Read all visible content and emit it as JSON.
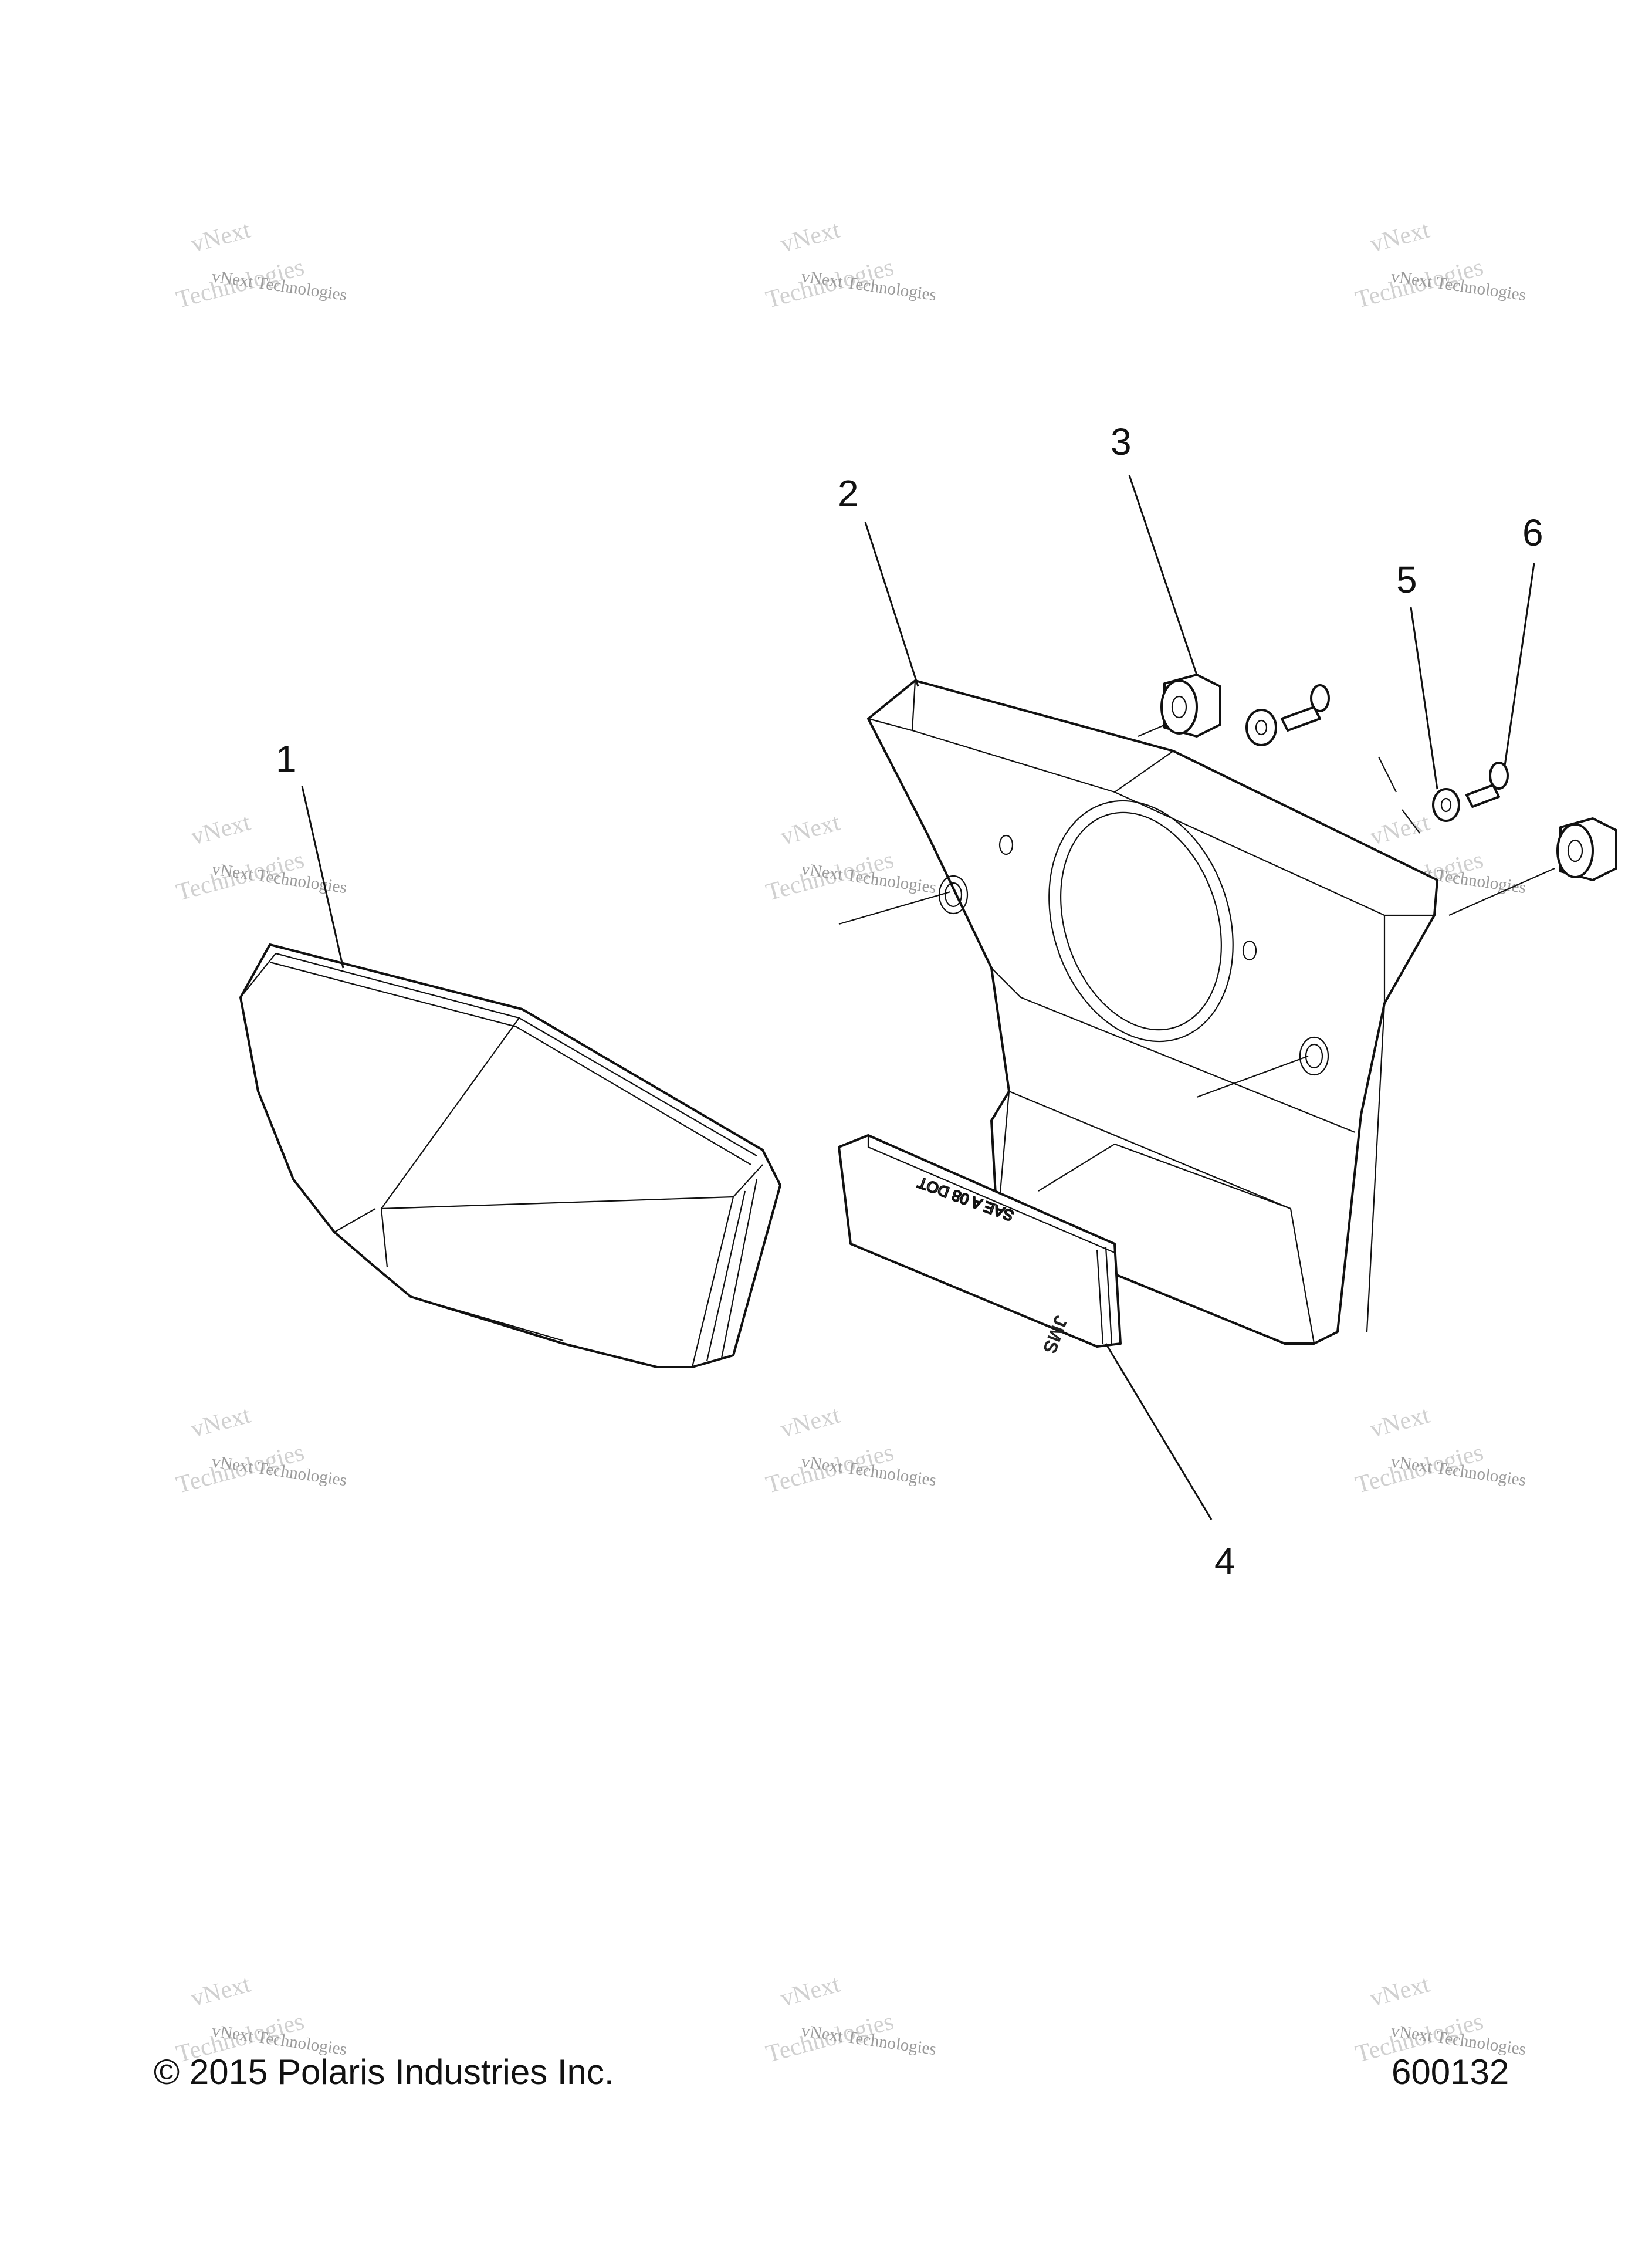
{
  "callouts": [
    {
      "id": "1",
      "label": "1"
    },
    {
      "id": "2",
      "label": "2"
    },
    {
      "id": "3",
      "label": "3"
    },
    {
      "id": "4",
      "label": "4"
    },
    {
      "id": "5",
      "label": "5"
    },
    {
      "id": "6",
      "label": "6"
    }
  ],
  "lens_marking": {
    "line1": "SAE A 08 DOT",
    "line2": "JMS"
  },
  "watermark": {
    "line1": "vNext Technologies",
    "line2": "vNext",
    "line3": "Technologies"
  },
  "footer": {
    "copyright": "© 2015 Polaris Industries Inc.",
    "figure_number": "600132"
  }
}
